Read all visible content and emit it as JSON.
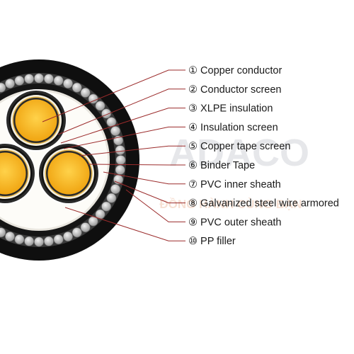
{
  "legend": [
    {
      "marker": "①",
      "label": "Copper conductor"
    },
    {
      "marker": "②",
      "label": "Conductor screen"
    },
    {
      "marker": "③",
      "label": "XLPE insulation"
    },
    {
      "marker": "④",
      "label": "Insulation screen"
    },
    {
      "marker": "⑤",
      "label": "Copper tape screen"
    },
    {
      "marker": "⑥",
      "label": "Binder Tape"
    },
    {
      "marker": "⑦",
      "label": "PVC inner sheath"
    },
    {
      "marker": "⑧",
      "label": "Galvanized steel wire armored"
    },
    {
      "marker": "⑨",
      "label": "PVC outer sheath"
    },
    {
      "marker": "⑩",
      "label": "PP filler"
    }
  ],
  "watermark": {
    "brand": "ADACO",
    "tagline": "ĐỒNG HÀNH CÙNG BẠN"
  },
  "colors": {
    "leader_line": "#9b2b2b",
    "conductor": "#f5b21b",
    "outer_sheath": "#0f0f0f",
    "armor_wire": "#cfcfcf",
    "watermark_brand": "#8f95a3",
    "watermark_tagline": "#d9743b"
  }
}
